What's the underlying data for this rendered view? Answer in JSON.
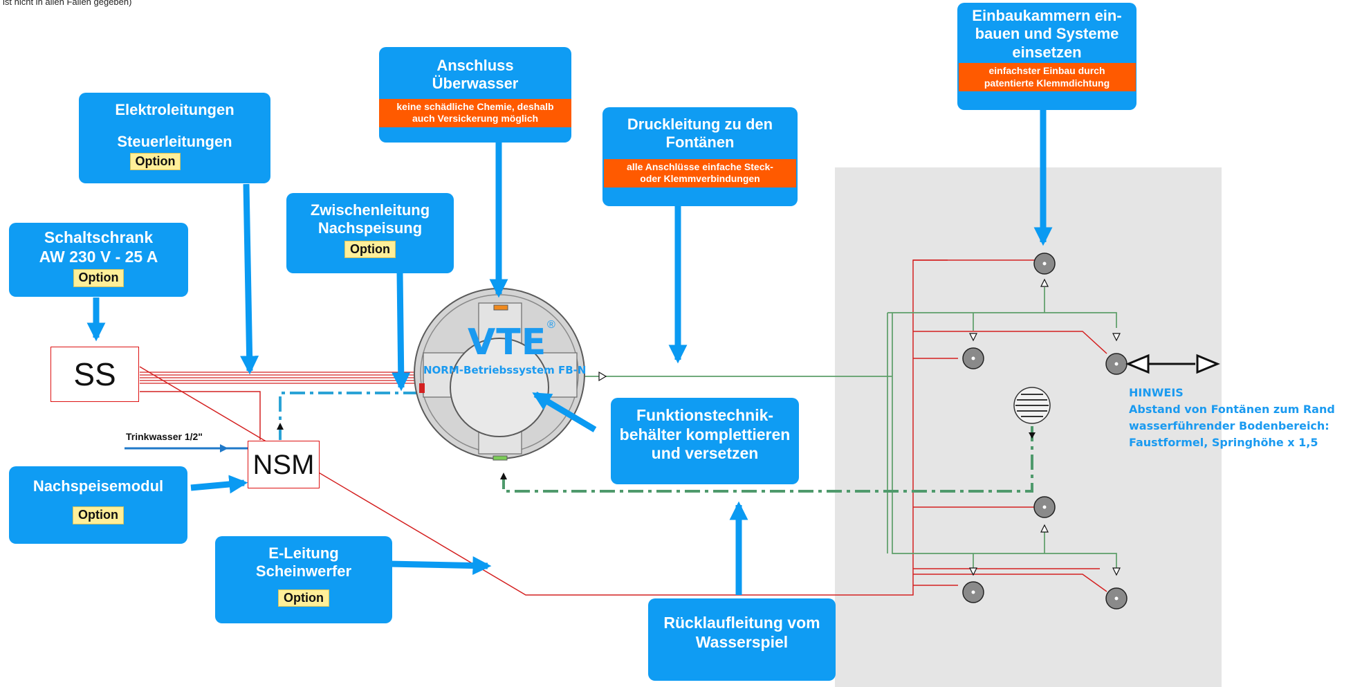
{
  "top_note": "ist nicht in allen Fällen gegeben)",
  "callouts": {
    "schaltschrank": {
      "line1": "Schaltschrank",
      "line2": "AW 230 V - 25 A",
      "option": "Option"
    },
    "elektro": {
      "line1": "Elektroleitungen",
      "line2": "Steuerleitungen",
      "option": "Option"
    },
    "zwischen": {
      "line1": "Zwischenleitung",
      "line2": "Nachspeisung",
      "option": "Option"
    },
    "anschluss": {
      "line1": "Anschluss",
      "line2": "Überwasser",
      "note1": "keine schädliche Chemie, deshalb",
      "note2": "auch  Versickerung möglich"
    },
    "druck": {
      "line1": "Druckleitung zu den",
      "line2": "Fontänen",
      "note1": "alle Anschlüsse einfache Steck-",
      "note2": "oder Klemmverbindungen"
    },
    "einbau": {
      "line1": "Einbaukammern ein-",
      "line2": "bauen und Systeme",
      "line3": "einsetzen",
      "note1": "einfachster Einbau durch",
      "note2": "patentierte Klemmdichtung"
    },
    "nachspeise": {
      "line1": "Nachspeisemodul",
      "option": "Option"
    },
    "funktion": {
      "line1": "Funktionstechnik-",
      "line2": "behälter komplettieren",
      "line3": "und versetzen"
    },
    "eleitung": {
      "line1": "E-Leitung",
      "line2": "Scheinwerfer",
      "option": "Option"
    },
    "ruecklauf": {
      "line1": "Rücklaufleitung vom",
      "line2": "Wasserspiel"
    }
  },
  "equipment": {
    "ss": "SS",
    "nsm": "NSM",
    "trinkwasser": "Trinkwasser 1/2\""
  },
  "tank": {
    "logo": "VTE",
    "reg": "®",
    "label": "NORM-Betriebssystem FB-N"
  },
  "hint": {
    "title": "HINWEIS",
    "line1": "Abstand von Fontänen zum Rand",
    "line2": "wasserführender Bodenbereich:",
    "line3": "Faustformel, Springhöhe x 1,5"
  },
  "colors": {
    "callout_blue": "#0f9cf3",
    "arrow_blue": "#0a9af2",
    "note_orange": "#ff5a00",
    "option_yellow": "#ffef99",
    "electric_red": "#d42020",
    "water_green": "#5c9e68",
    "return_green_dash": "#4f9a6c",
    "refill_dash_blue": "#2ba3d6",
    "floor_grey": "#e5e5e5"
  }
}
